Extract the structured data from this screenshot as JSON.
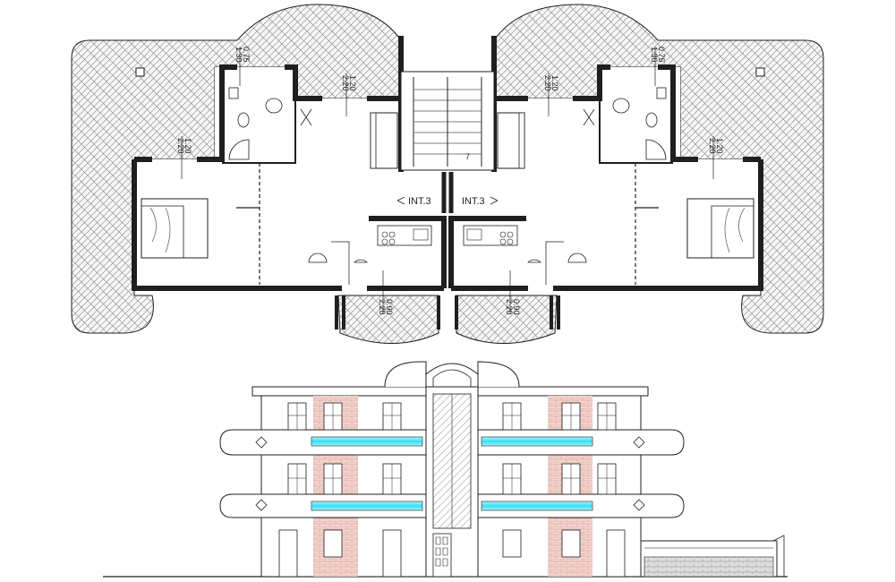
{
  "plan": {
    "unit_labels": [
      "INT.3",
      "INT.3"
    ],
    "dimensions": {
      "left_wc_window": [
        "0.75",
        "1.30"
      ],
      "left_bath_window": [
        "1.20",
        "2.20"
      ],
      "left_bedroom_window": [
        "1.20",
        "2.20"
      ],
      "left_balcony_door": [
        "0.90",
        "2.20"
      ],
      "right_wc_window": [
        "0.75",
        "1.30"
      ],
      "right_bath_window": [
        "1.20",
        "2.20"
      ],
      "right_bedroom_window": [
        "1.20",
        "2.20"
      ],
      "right_balcony_door": [
        "0.90",
        "2.20"
      ]
    },
    "stair_mark": "7"
  },
  "colors": {
    "line": "#1f1f1f",
    "wall_fill": "#ffffff",
    "terrace_hatch": "#7a7a7a",
    "brick": "#e8c2b8",
    "glass_cyan": "#38e0f2",
    "background": "#ffffff"
  }
}
